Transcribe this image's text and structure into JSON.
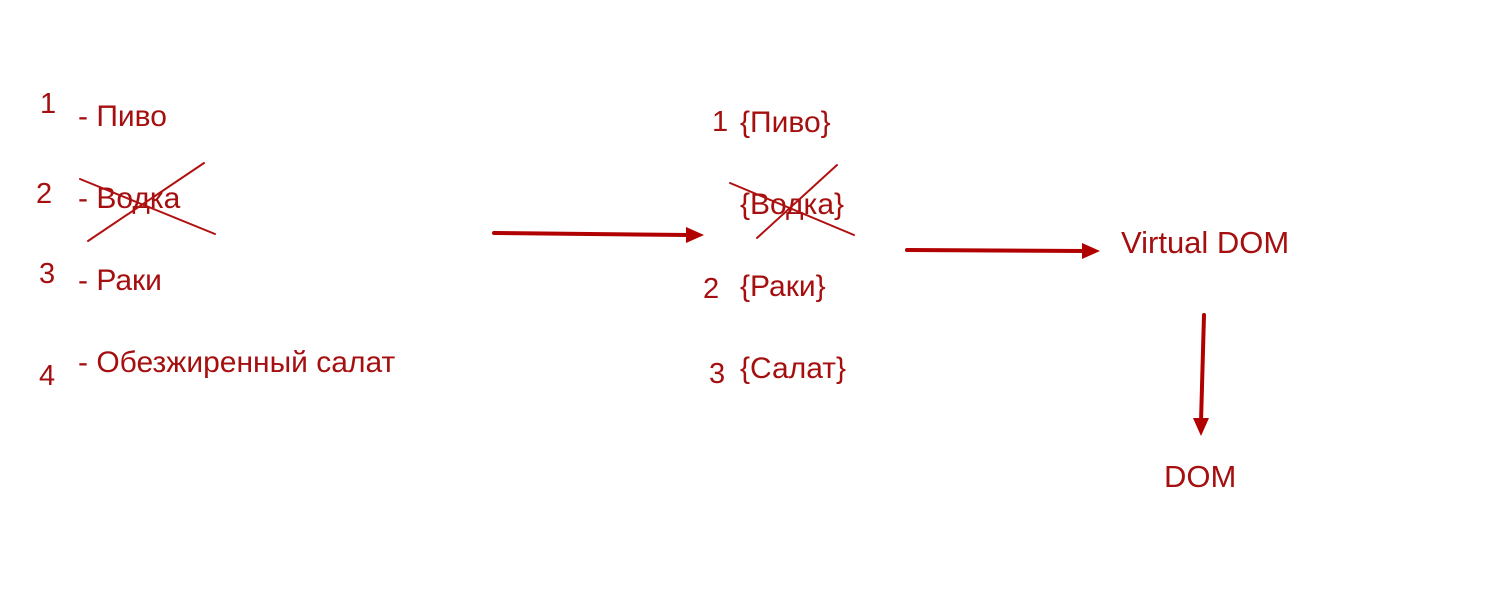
{
  "left_list": {
    "items": [
      {
        "number": "1",
        "text": "- Пиво"
      },
      {
        "number": "2",
        "text": "- Водка",
        "crossed_out": true
      },
      {
        "number": "3",
        "text": "- Раки"
      },
      {
        "number": "4",
        "text": "- Обезжиренный салат"
      }
    ]
  },
  "middle_list": {
    "items": [
      {
        "number": "1",
        "text": "{Пиво}"
      },
      {
        "text": "{Водка}",
        "crossed_out": true
      },
      {
        "number": "2",
        "text": "{Раки}"
      },
      {
        "number": "3",
        "text": "{Салат}"
      }
    ]
  },
  "nodes": {
    "virtual_dom": "Virtual DOM",
    "dom": "DOM"
  },
  "colors": {
    "ink": "#a50f0f",
    "arrow": "#b00000"
  }
}
